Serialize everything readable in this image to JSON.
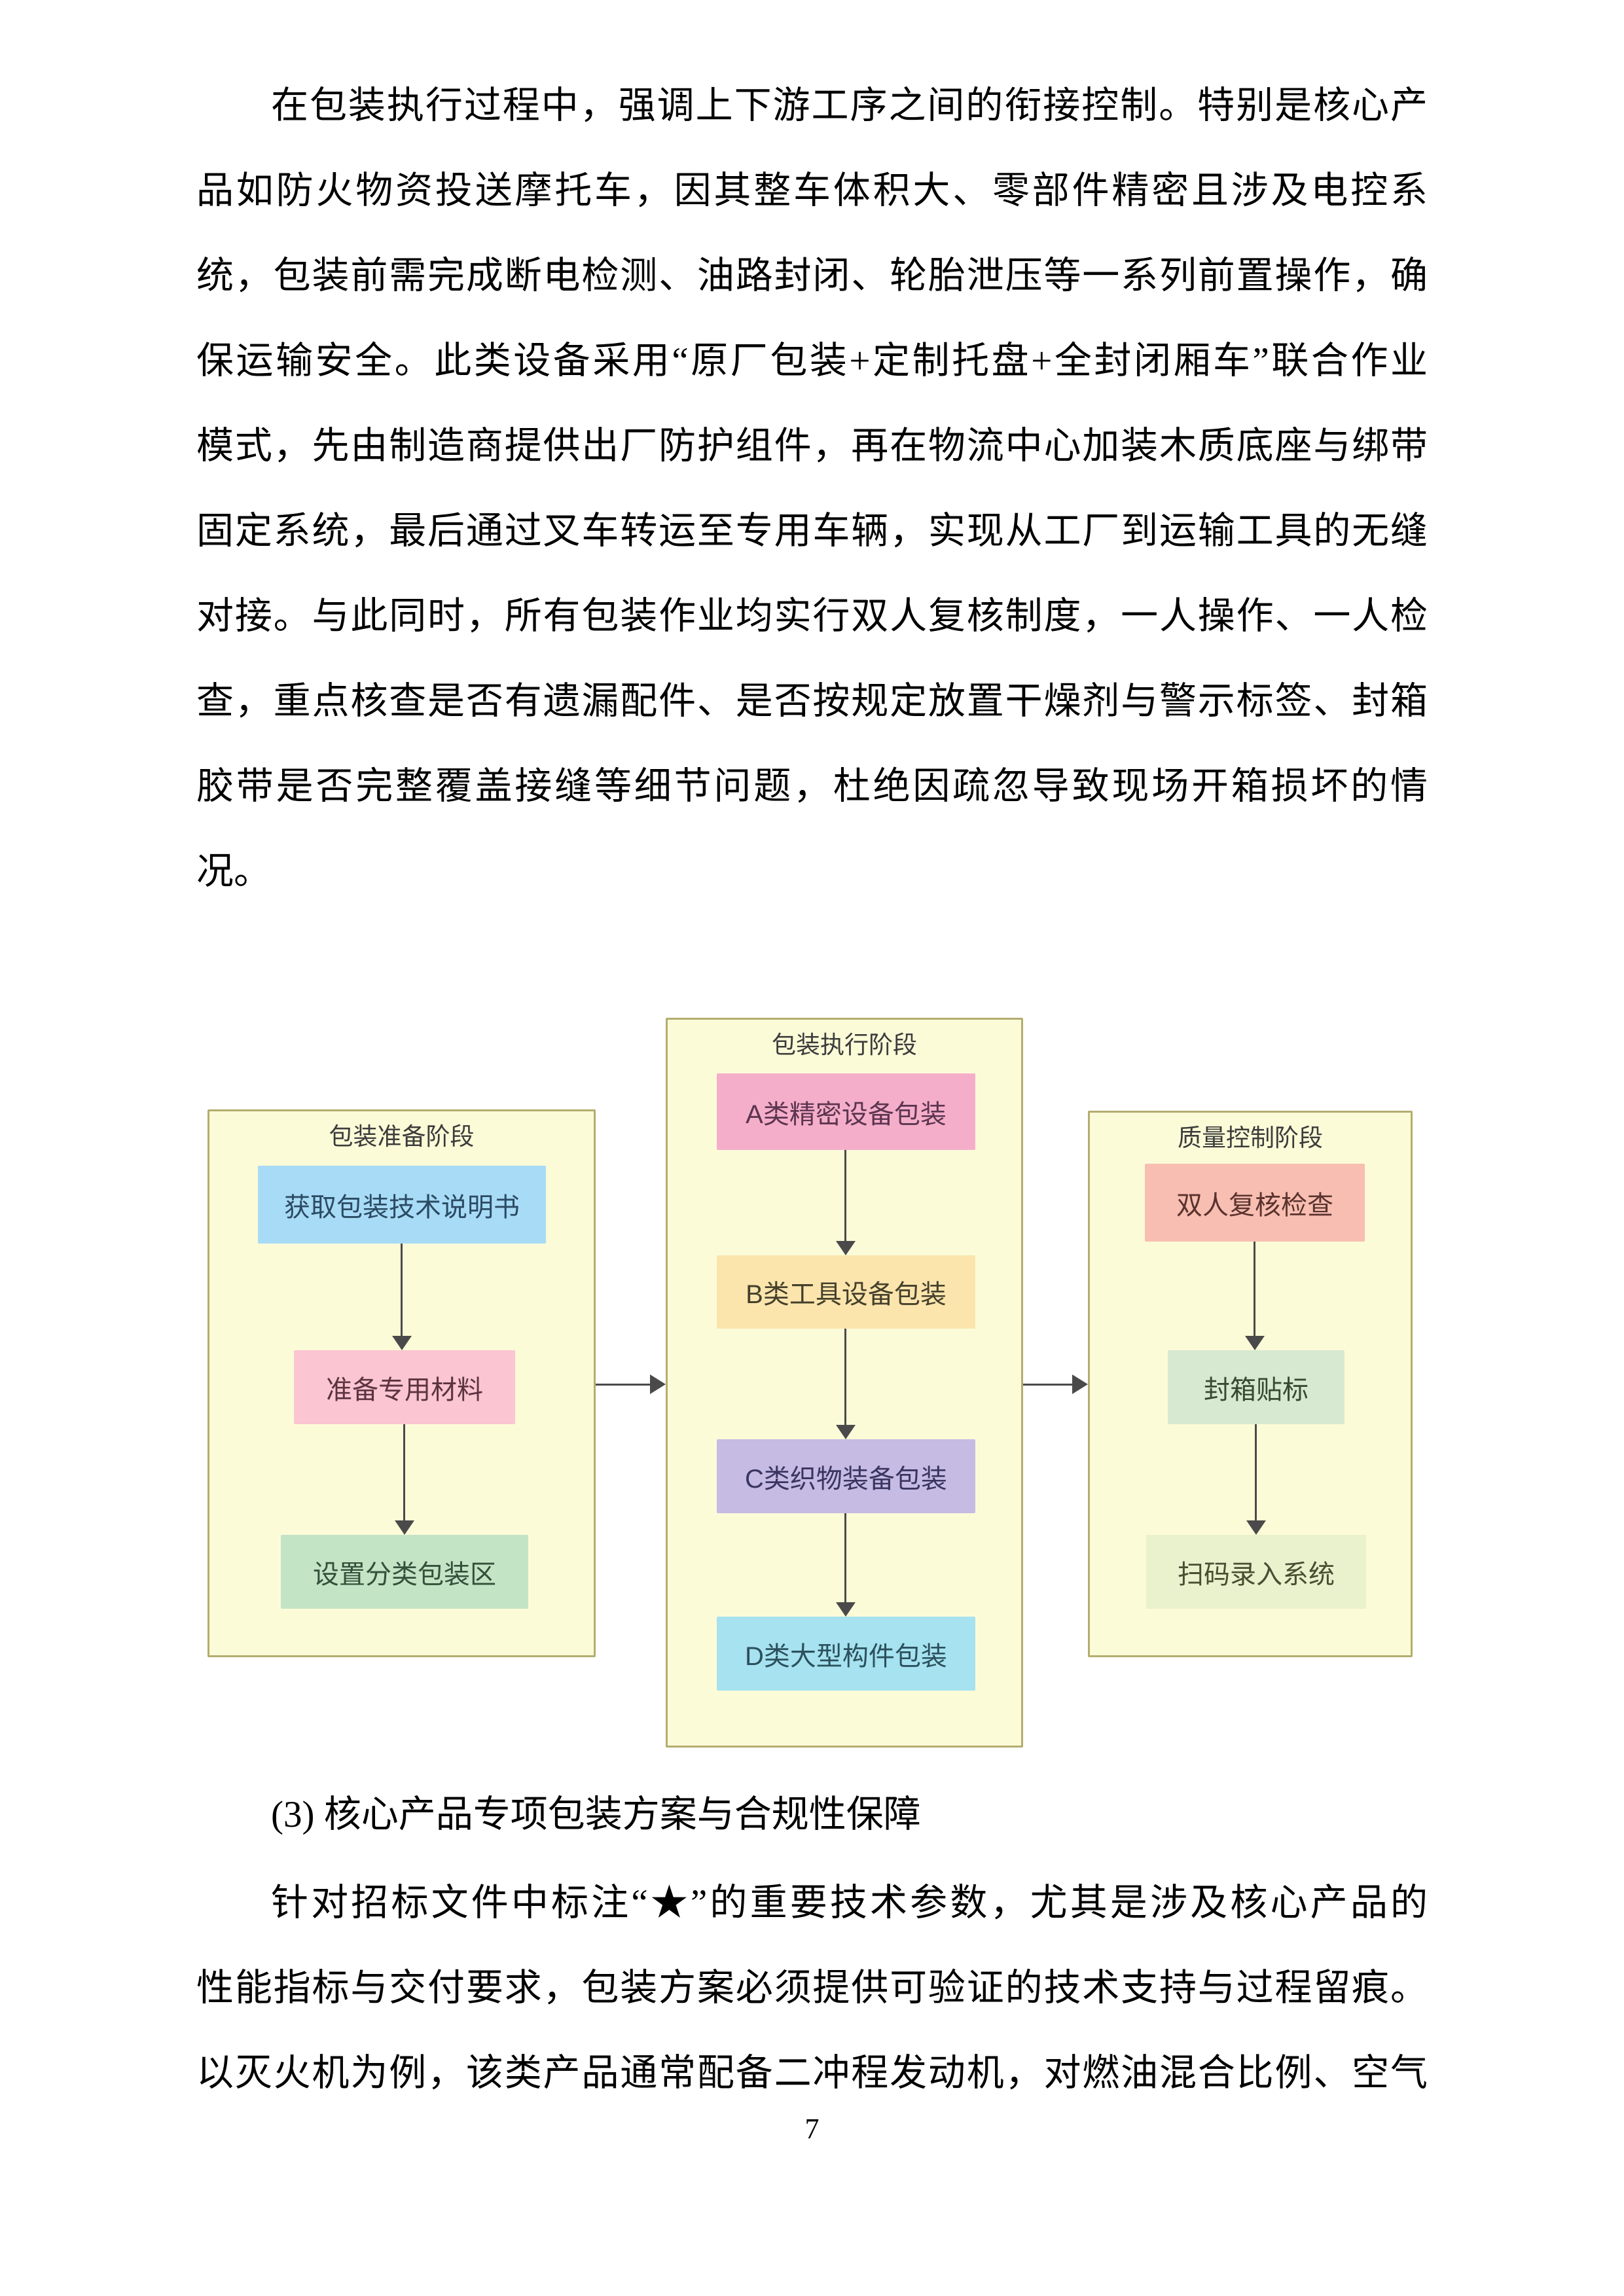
{
  "page": {
    "number": "7",
    "background": "#ffffff"
  },
  "body_text": {
    "paragraph1_lines": [
      "在包装执行过程中，强调上下游工序之间的衔接控制。特别是核心产",
      "品如防火物资投送摩托车，因其整车体积大、零部件精密且涉及电控系",
      "统，包装前需完成断电检测、油路封闭、轮胎泄压等一系列前置操作，确",
      "保运输安全。此类设备采用“原厂包装+定制托盘+全封闭厢车”联合作业",
      "模式，先由制造商提供出厂防护组件，再在物流中心加装木质底座与绑带",
      "固定系统，最后通过叉车转运至专用车辆，实现从工厂到运输工具的无缝",
      "对接。与此同时，所有包装作业均实行双人复核制度，一人操作、一人检",
      "查，重点核查是否有遗漏配件、是否按规定放置干燥剂与警示标签、封箱",
      "胶带是否完整覆盖接缝等细节问题，杜绝因疏忽导致现场开箱损坏的情",
      "况。"
    ],
    "section_heading": "(3) 核心产品专项包装方案与合规性保障",
    "paragraph2_lines": [
      "针对招标文件中标注“★”的重要技术参数，尤其是涉及核心产品的",
      "性能指标与交付要求，包装方案必须提供可验证的技术支持与过程留痕。",
      "以灭火机为例，该类产品通常配备二冲程发动机，对燃油混合比例、空气"
    ]
  },
  "flowchart": {
    "colors": {
      "container_bg": "#fcfbd8",
      "container_border": "#b3ad6f",
      "arrow": "#4a4a4a"
    },
    "columns": [
      {
        "title": "包装准备阶段",
        "nodes": [
          {
            "label": "获取包装技术说明书",
            "bg": "#a8dbf6",
            "text": "#2b4a63"
          },
          {
            "label": "准备专用材料",
            "bg": "#fbc5d2",
            "text": "#5c3440"
          },
          {
            "label": "设置分类包装区",
            "bg": "#c4e4c6",
            "text": "#33503a"
          }
        ]
      },
      {
        "title": "包装执行阶段",
        "nodes": [
          {
            "label": "A类精密设备包装",
            "bg": "#f5aeca",
            "text": "#5c3550"
          },
          {
            "label": "B类工具设备包装",
            "bg": "#fbe5ad",
            "text": "#45402c"
          },
          {
            "label": "C类织物装备包装",
            "bg": "#c5bbe3",
            "text": "#3a3560"
          },
          {
            "label": "D类大型构件包装",
            "bg": "#a6e2ef",
            "text": "#2c505c"
          }
        ]
      },
      {
        "title": "质量控制阶段",
        "nodes": [
          {
            "label": "双人复核检查",
            "bg": "#f8beb2",
            "text": "#5a332e"
          },
          {
            "label": "封箱贴标",
            "bg": "#d8e9d1",
            "text": "#374a31"
          },
          {
            "label": "扫码录入系统",
            "bg": "#eaf1cd",
            "text": "#474f33"
          }
        ]
      }
    ]
  }
}
